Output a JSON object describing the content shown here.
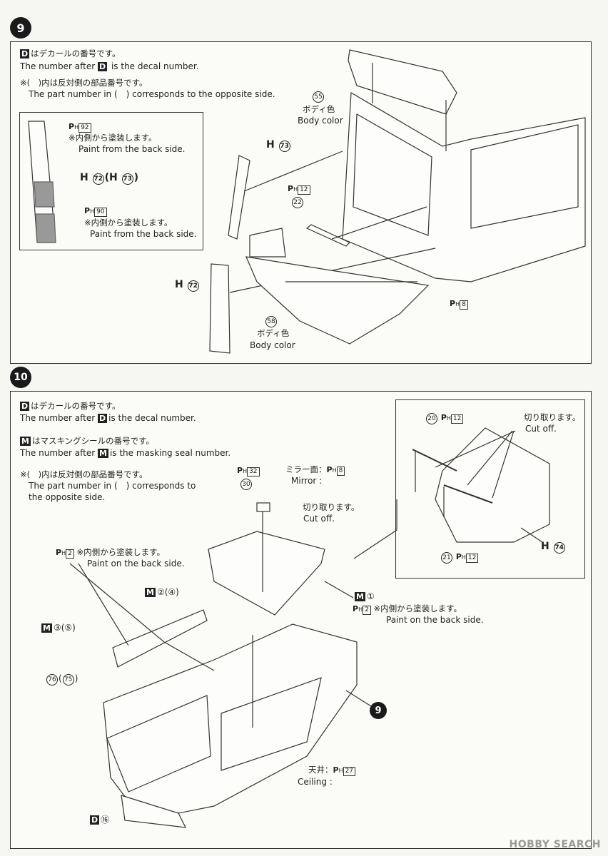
{
  "step9": {
    "number": "9",
    "note_decal_ja": "はデカールの番号です。",
    "note_decal_prefix": "The number after",
    "note_decal_suffix": "is the decal number.",
    "decal_letter": "D",
    "note_opposite_ja": "※(　)内は反対側の部品番号です。",
    "note_opposite_en": "The part number in (　) corresponds to the opposite side.",
    "inset": {
      "paint1_code": "92",
      "paint1_ja": "※内側から塗装します。",
      "paint1_en": "Paint from the back side.",
      "part_label": "H",
      "part_a": "72",
      "part_b": "73",
      "paint2_code": "90",
      "paint2_ja": "※内側から塗装します。",
      "paint2_en": "Paint from the back side."
    },
    "callouts": {
      "part55": "55",
      "part55_ja": "ボディ色",
      "part55_en": "Body color",
      "h73": "73",
      "p12": "12",
      "part22": "22",
      "h72": "72",
      "part58": "58",
      "part58_ja": "ボディ色",
      "part58_en": "Body color",
      "p8": "8"
    }
  },
  "step10": {
    "number": "10",
    "note_decal_ja": "はデカールの番号です。",
    "note_decal_prefix": "The number after",
    "note_decal_suffix": "is the decal number.",
    "decal_letter": "D",
    "note_mask_ja": "はマスキングシールの番号です。",
    "note_mask_prefix": "The number after",
    "note_mask_suffix": "is the masking seal number.",
    "mask_letter": "M",
    "note_opposite_ja": "※(　)内は反対側の部品番号です。",
    "note_opposite_en1": "The part number in (　) corresponds to",
    "note_opposite_en2": "the opposite side.",
    "callouts": {
      "p32": "32",
      "part30": "30",
      "mirror_ja": "ミラー面：",
      "mirror_en": "Mirror :",
      "mirror_p": "8",
      "cut_ja": "切り取ります。",
      "cut_en": "Cut off.",
      "left_p": "2",
      "left_ja": "※内側から塗装します。",
      "left_en": "Paint on the back side.",
      "m2": "②",
      "m4": "(④)",
      "m3": "③",
      "m5": "(⑤)",
      "part76": "76",
      "part75": "75",
      "m1": "①",
      "right_p": "2",
      "right_ja": "※内側から塗装します。",
      "right_en": "Paint on the back side.",
      "step_ref": "9",
      "ceiling_ja": "天井：",
      "ceiling_en": "Ceiling :",
      "ceiling_p": "27",
      "d16": "⑯"
    },
    "inset": {
      "part20": "20",
      "p12a": "12",
      "cut_ja": "切り取ります。",
      "cut_en": "Cut off.",
      "part21": "21",
      "p12b": "12",
      "h74": "74"
    }
  },
  "watermark": "HOBBY SEARCH"
}
